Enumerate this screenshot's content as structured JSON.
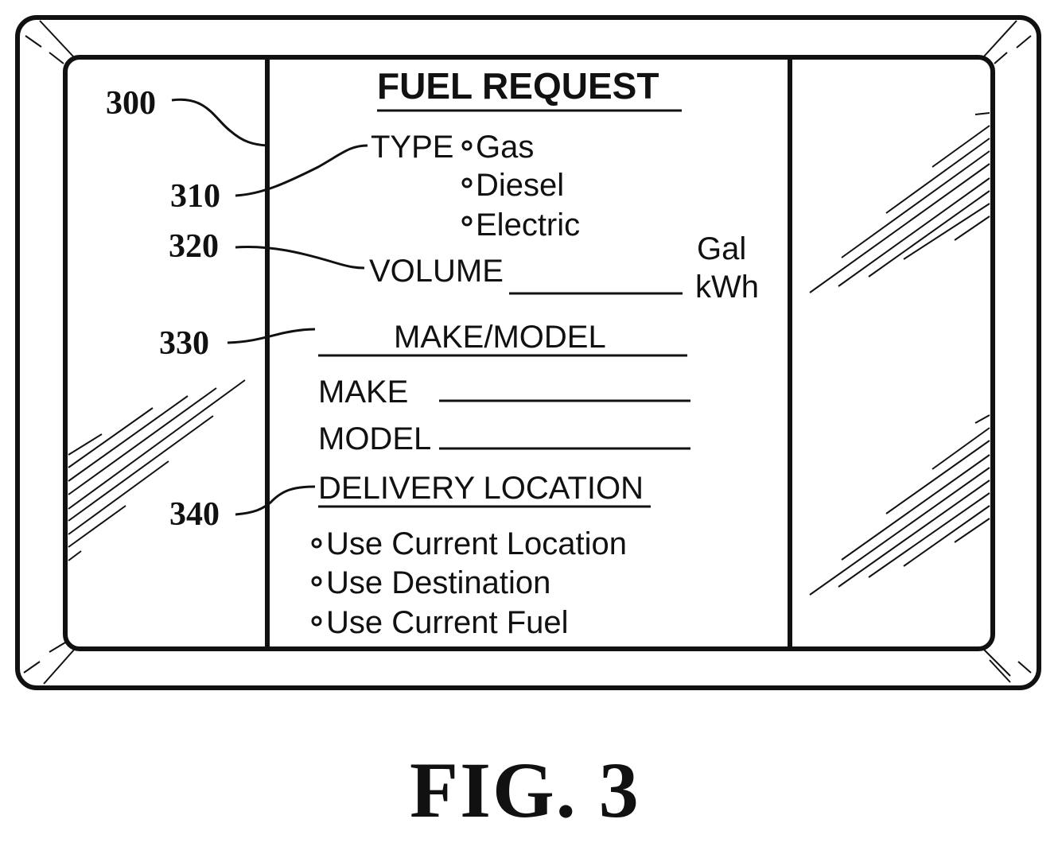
{
  "figure": {
    "label": "FIG. 3"
  },
  "reference_numerals": {
    "screen": "300",
    "type": "310",
    "volume": "320",
    "make_model": "330",
    "delivery_location": "340"
  },
  "form": {
    "title": "FUEL REQUEST",
    "type": {
      "label": "TYPE",
      "options": [
        "Gas",
        "Diesel",
        "Electric"
      ]
    },
    "volume": {
      "label": "VOLUME",
      "value": "",
      "units": [
        "Gal",
        "kWh"
      ]
    },
    "make_model": {
      "heading": "MAKE/MODEL",
      "make_label": "MAKE",
      "make_value": "",
      "model_label": "MODEL",
      "model_value": ""
    },
    "delivery_location": {
      "heading": "DELIVERY LOCATION",
      "options": [
        "Use Current Location",
        "Use Destination",
        "Use Current Fuel"
      ]
    }
  }
}
